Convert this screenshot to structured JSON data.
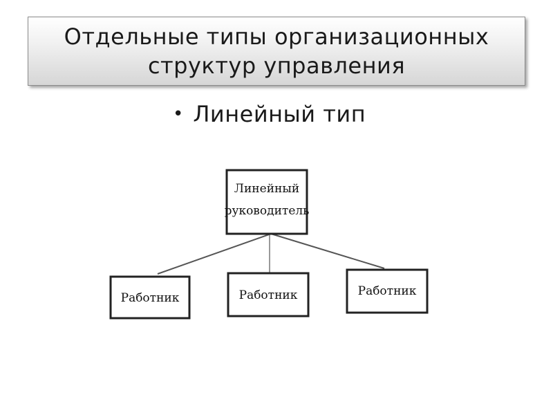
{
  "slide": {
    "title": "Отдельные типы организационных\nструктур управления",
    "bullet": "Линейный тип"
  },
  "diagram": {
    "root": {
      "line1": "Линейный",
      "line2": "руководитель"
    },
    "children": [
      {
        "label": "Работник"
      },
      {
        "label": "Работник"
      },
      {
        "label": "Работник"
      }
    ]
  }
}
